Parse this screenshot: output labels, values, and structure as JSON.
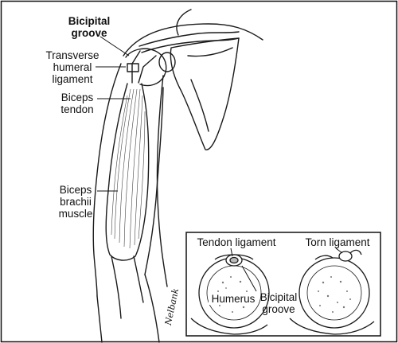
{
  "labels": {
    "bicipital_groove": "Bicipital\ngroove",
    "transverse_humeral_ligament": "Transverse\nhumeral\nligament",
    "biceps_tendon": "Biceps\ntendon",
    "biceps_brachii_muscle": "Biceps\nbrachii\nmuscle"
  },
  "inset": {
    "tendon_ligament": "Tendon ligament",
    "torn_ligament": "Torn ligament",
    "humerus": "Humerus",
    "bicipital_groove": "Bicipital\ngroove"
  },
  "signature": "Nelbank"
}
